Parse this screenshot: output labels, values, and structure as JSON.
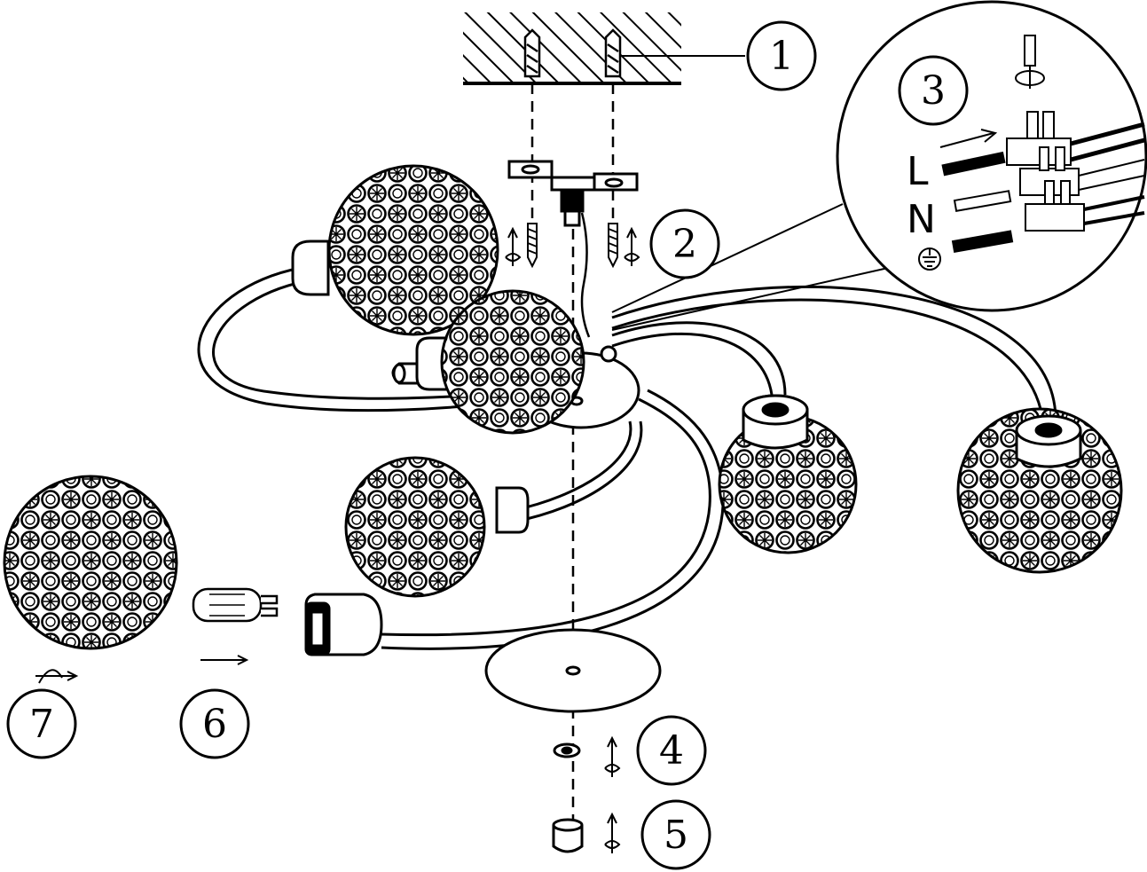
{
  "diagram": {
    "steps": [
      {
        "id": "step-1",
        "number": "1"
      },
      {
        "id": "step-2",
        "number": "2"
      },
      {
        "id": "step-3",
        "number": "3"
      },
      {
        "id": "step-4",
        "number": "4"
      },
      {
        "id": "step-5",
        "number": "5"
      },
      {
        "id": "step-6",
        "number": "6"
      },
      {
        "id": "step-7",
        "number": "7"
      }
    ],
    "wiring": {
      "live_label": "L",
      "neutral_label": "N",
      "earth_icon": "earth-ground-icon"
    },
    "colors": {
      "ink": "#000000",
      "paper": "#ffffff"
    }
  }
}
